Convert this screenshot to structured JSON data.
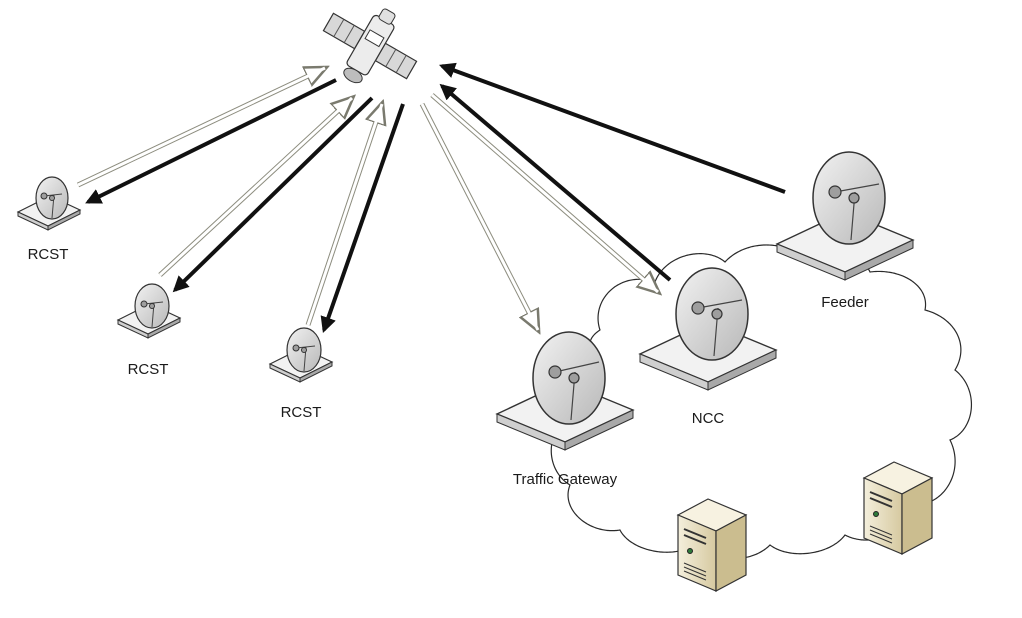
{
  "labels": {
    "rcst_1": "RCST",
    "rcst_2": "RCST",
    "rcst_3": "RCST",
    "traffic_gateway": "Traffic Gateway",
    "ncc": "NCC",
    "feeder": "Feeder"
  },
  "colors": {
    "link_dark": "#111111",
    "link_light_fill": "#ffffff",
    "link_light_stroke": "#8c8c7e",
    "dish_fill": "#d0d0d0",
    "server_fill": "#e7dfc4"
  }
}
